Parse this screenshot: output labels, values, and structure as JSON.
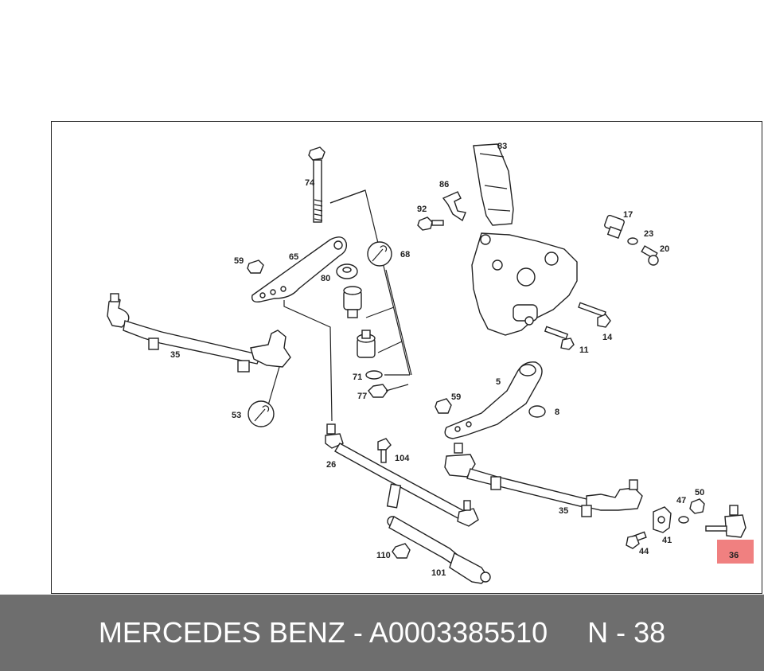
{
  "callouts": {
    "c83": "83",
    "c86": "86",
    "c92": "92",
    "c74": "74",
    "c17": "17",
    "c23": "23",
    "c20": "20",
    "c65": "65",
    "c59a": "59",
    "c68": "68",
    "c80": "80",
    "c14": "14",
    "c11": "11",
    "c35a": "35",
    "c71": "71",
    "c77": "77",
    "c5": "5",
    "c59b": "59",
    "c8": "8",
    "c53": "53",
    "c26": "26",
    "c104": "104",
    "c50": "50",
    "c47": "47",
    "c35b": "35",
    "c41": "41",
    "c44": "44",
    "c110": "110",
    "c101": "101",
    "c36": "36"
  },
  "highlight": {
    "part": "36",
    "color": "#f08080"
  },
  "footer": {
    "text": "MERCEDES BENZ - A0003385510     N - 38",
    "bg_color": "#6e6e6e",
    "text_color": "#ffffff"
  }
}
